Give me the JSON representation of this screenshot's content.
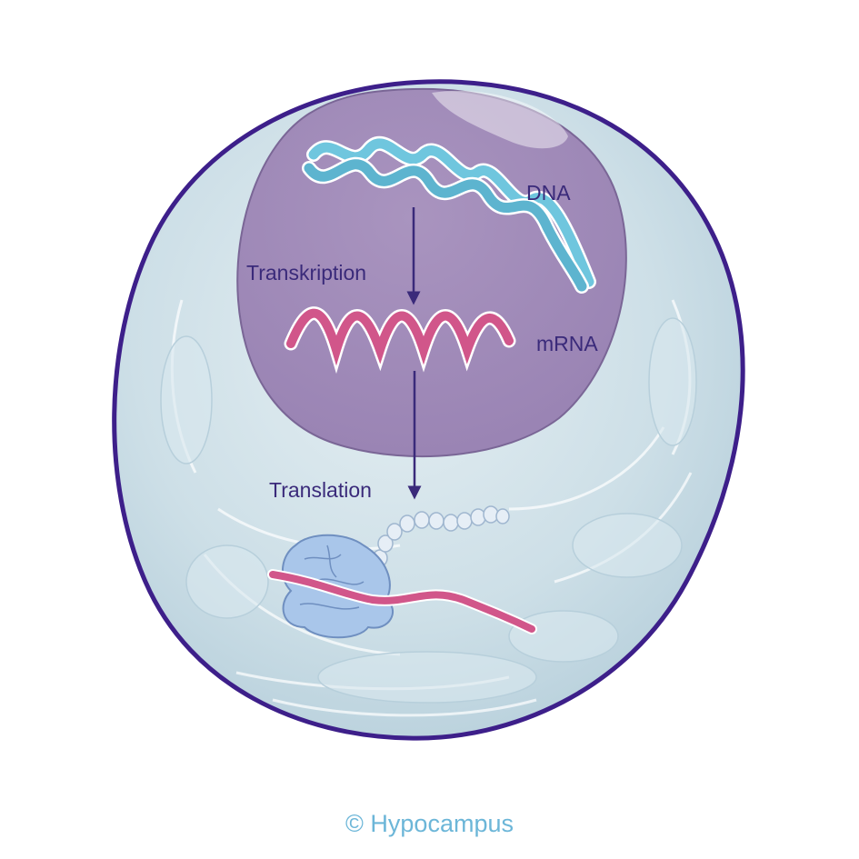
{
  "labels": {
    "dna": "DNA",
    "transkription": "Transkription",
    "mrna": "mRNA",
    "translation": "Translation"
  },
  "credit": "© Hypocampus",
  "colors": {
    "membrane": "#3d1f8a",
    "cytoplasm": "#cfe2ea",
    "nucleus": "#a58fbc",
    "dna": "#6fc6de",
    "mrna": "#d1568a",
    "ribosome": "#a9c6ea",
    "arrow": "#3a2a7a",
    "credit": "#6cb6d8"
  },
  "icons": {
    "dna_helix": "dna-helix-icon",
    "mrna_strand": "mrna-strand-icon",
    "ribosome": "ribosome-icon",
    "polypeptide": "polypeptide-chain-icon"
  }
}
